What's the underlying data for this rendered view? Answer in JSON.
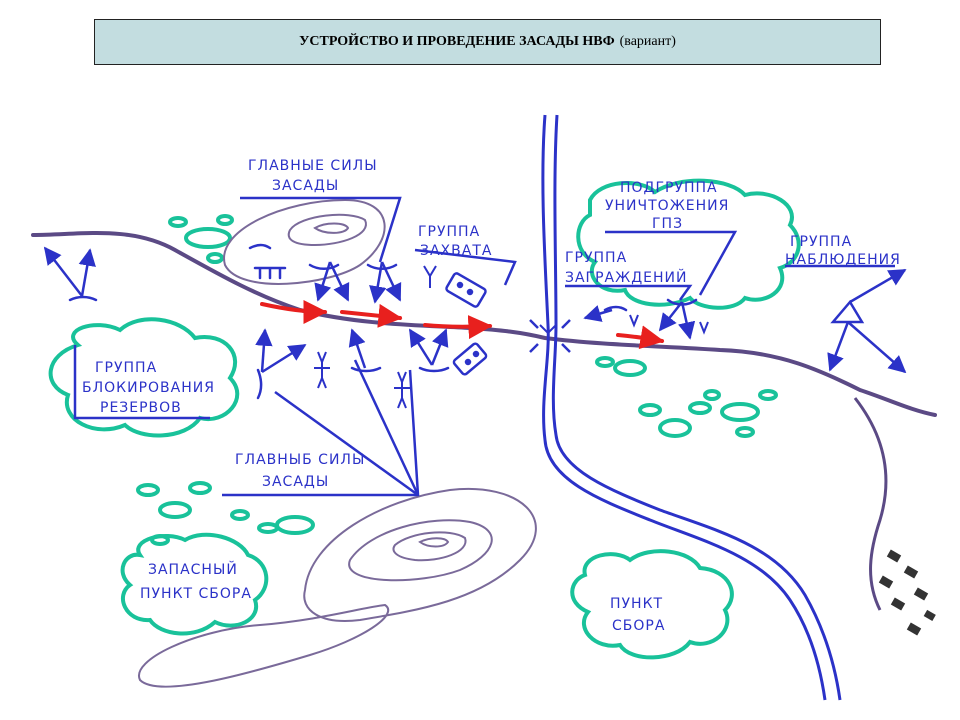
{
  "header": {
    "title_bold": "УСТРОЙСТВО И ПРОВЕДЕНИЕ ЗАСАДЫ НВФ",
    "title_tail": "(вариант)"
  },
  "labels": {
    "main_forces_top": [
      "ГЛАВНЫЕ СИЛЫ",
      "ЗАСАДЫ"
    ],
    "main_forces_bottom": [
      "ГЛАВНЫБ СИЛЫ",
      "ЗАСАДЫ"
    ],
    "capture_group": [
      "ГРУППА",
      "ЗАХВАТА"
    ],
    "destruction_subgroup": [
      "ПОДГРУППА",
      "УНИЧТОЖЕНИЯ",
      "ГПЗ"
    ],
    "barrier_group": [
      "ГРУППА",
      "ЗАГРАЖДЕНИЙ"
    ],
    "observation_group": [
      "ГРУППА",
      "НАБЛЮДЕНИЯ"
    ],
    "reserve_block_group": [
      "ГРУППА",
      "БЛОКИРОВАНИЯ",
      "РЕЗЕРВОВ"
    ],
    "spare_rally_point": [
      "ЗАПАСНЫЙ",
      "ПУНКТ СБОРА"
    ],
    "rally_point": [
      "ПУНКТ",
      "СБОРА"
    ]
  },
  "colors": {
    "ink_blue": "#2b32c8",
    "road": "#5b4a85",
    "forest_green": "#19c29a",
    "arrow_red": "#e8201e",
    "hill": "#7a6a9a",
    "title_bg": "#c3dde0"
  }
}
